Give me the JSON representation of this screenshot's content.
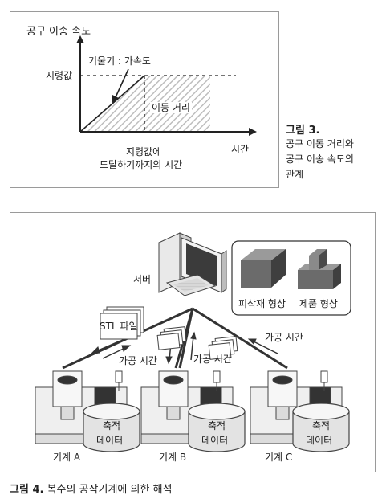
{
  "figure3": {
    "y_axis_label": "공구 이송 속도",
    "x_axis_label": "시간",
    "slope_label": "기울기 : 가속도",
    "command_value_label": "지령값",
    "distance_label": "이동 거리",
    "time_to_reach_line1": "지령값에",
    "time_to_reach_line2": "도달하기까지의 시간",
    "caption_number": "그림 3.",
    "caption_line1": "공구 이동 거리와",
    "caption_line2": "공구 이송 속도의",
    "caption_line3": "관계"
  },
  "figure4": {
    "server_label": "서버",
    "stl_label": "STL 파일",
    "machining_time_label": "가공 시간",
    "workpiece_shape_label": "피삭재 형상",
    "product_shape_label": "제품 형상",
    "database_label_line1": "축적",
    "database_label_line2": "데이터",
    "machines": [
      "기계 A",
      "기계 B",
      "기계 C"
    ],
    "caption_number": "그림 4.",
    "caption_text": "복수의 공작기계에 의한 해석"
  }
}
